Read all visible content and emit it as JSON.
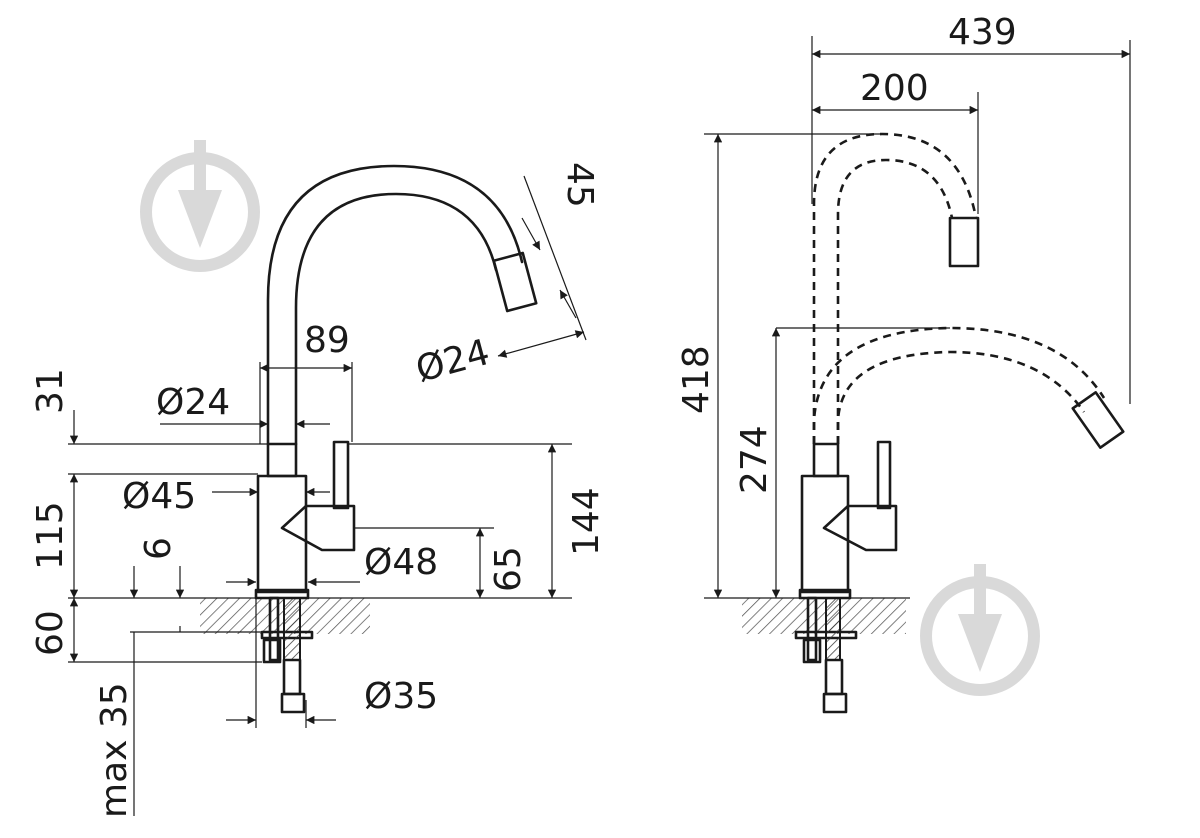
{
  "left_view": {
    "labels": {
      "spout_dia": "Ø24",
      "spout_end_len": "45",
      "reach": "89",
      "pipe_dia": "Ø24",
      "top_height": "31",
      "body_dia": "Ø45",
      "body_height": "115",
      "base_thickness": "6",
      "base_dia": "Ø48",
      "base_to_handle": "65",
      "handle_height": "144",
      "below_counter": "60",
      "hose_dia": "Ø35",
      "max_counter": "max 35"
    }
  },
  "right_view": {
    "labels": {
      "total_reach": "439",
      "high_reach": "200",
      "total_height": "418",
      "low_height": "274"
    }
  },
  "watermark_icon": "download-arrow-icon"
}
